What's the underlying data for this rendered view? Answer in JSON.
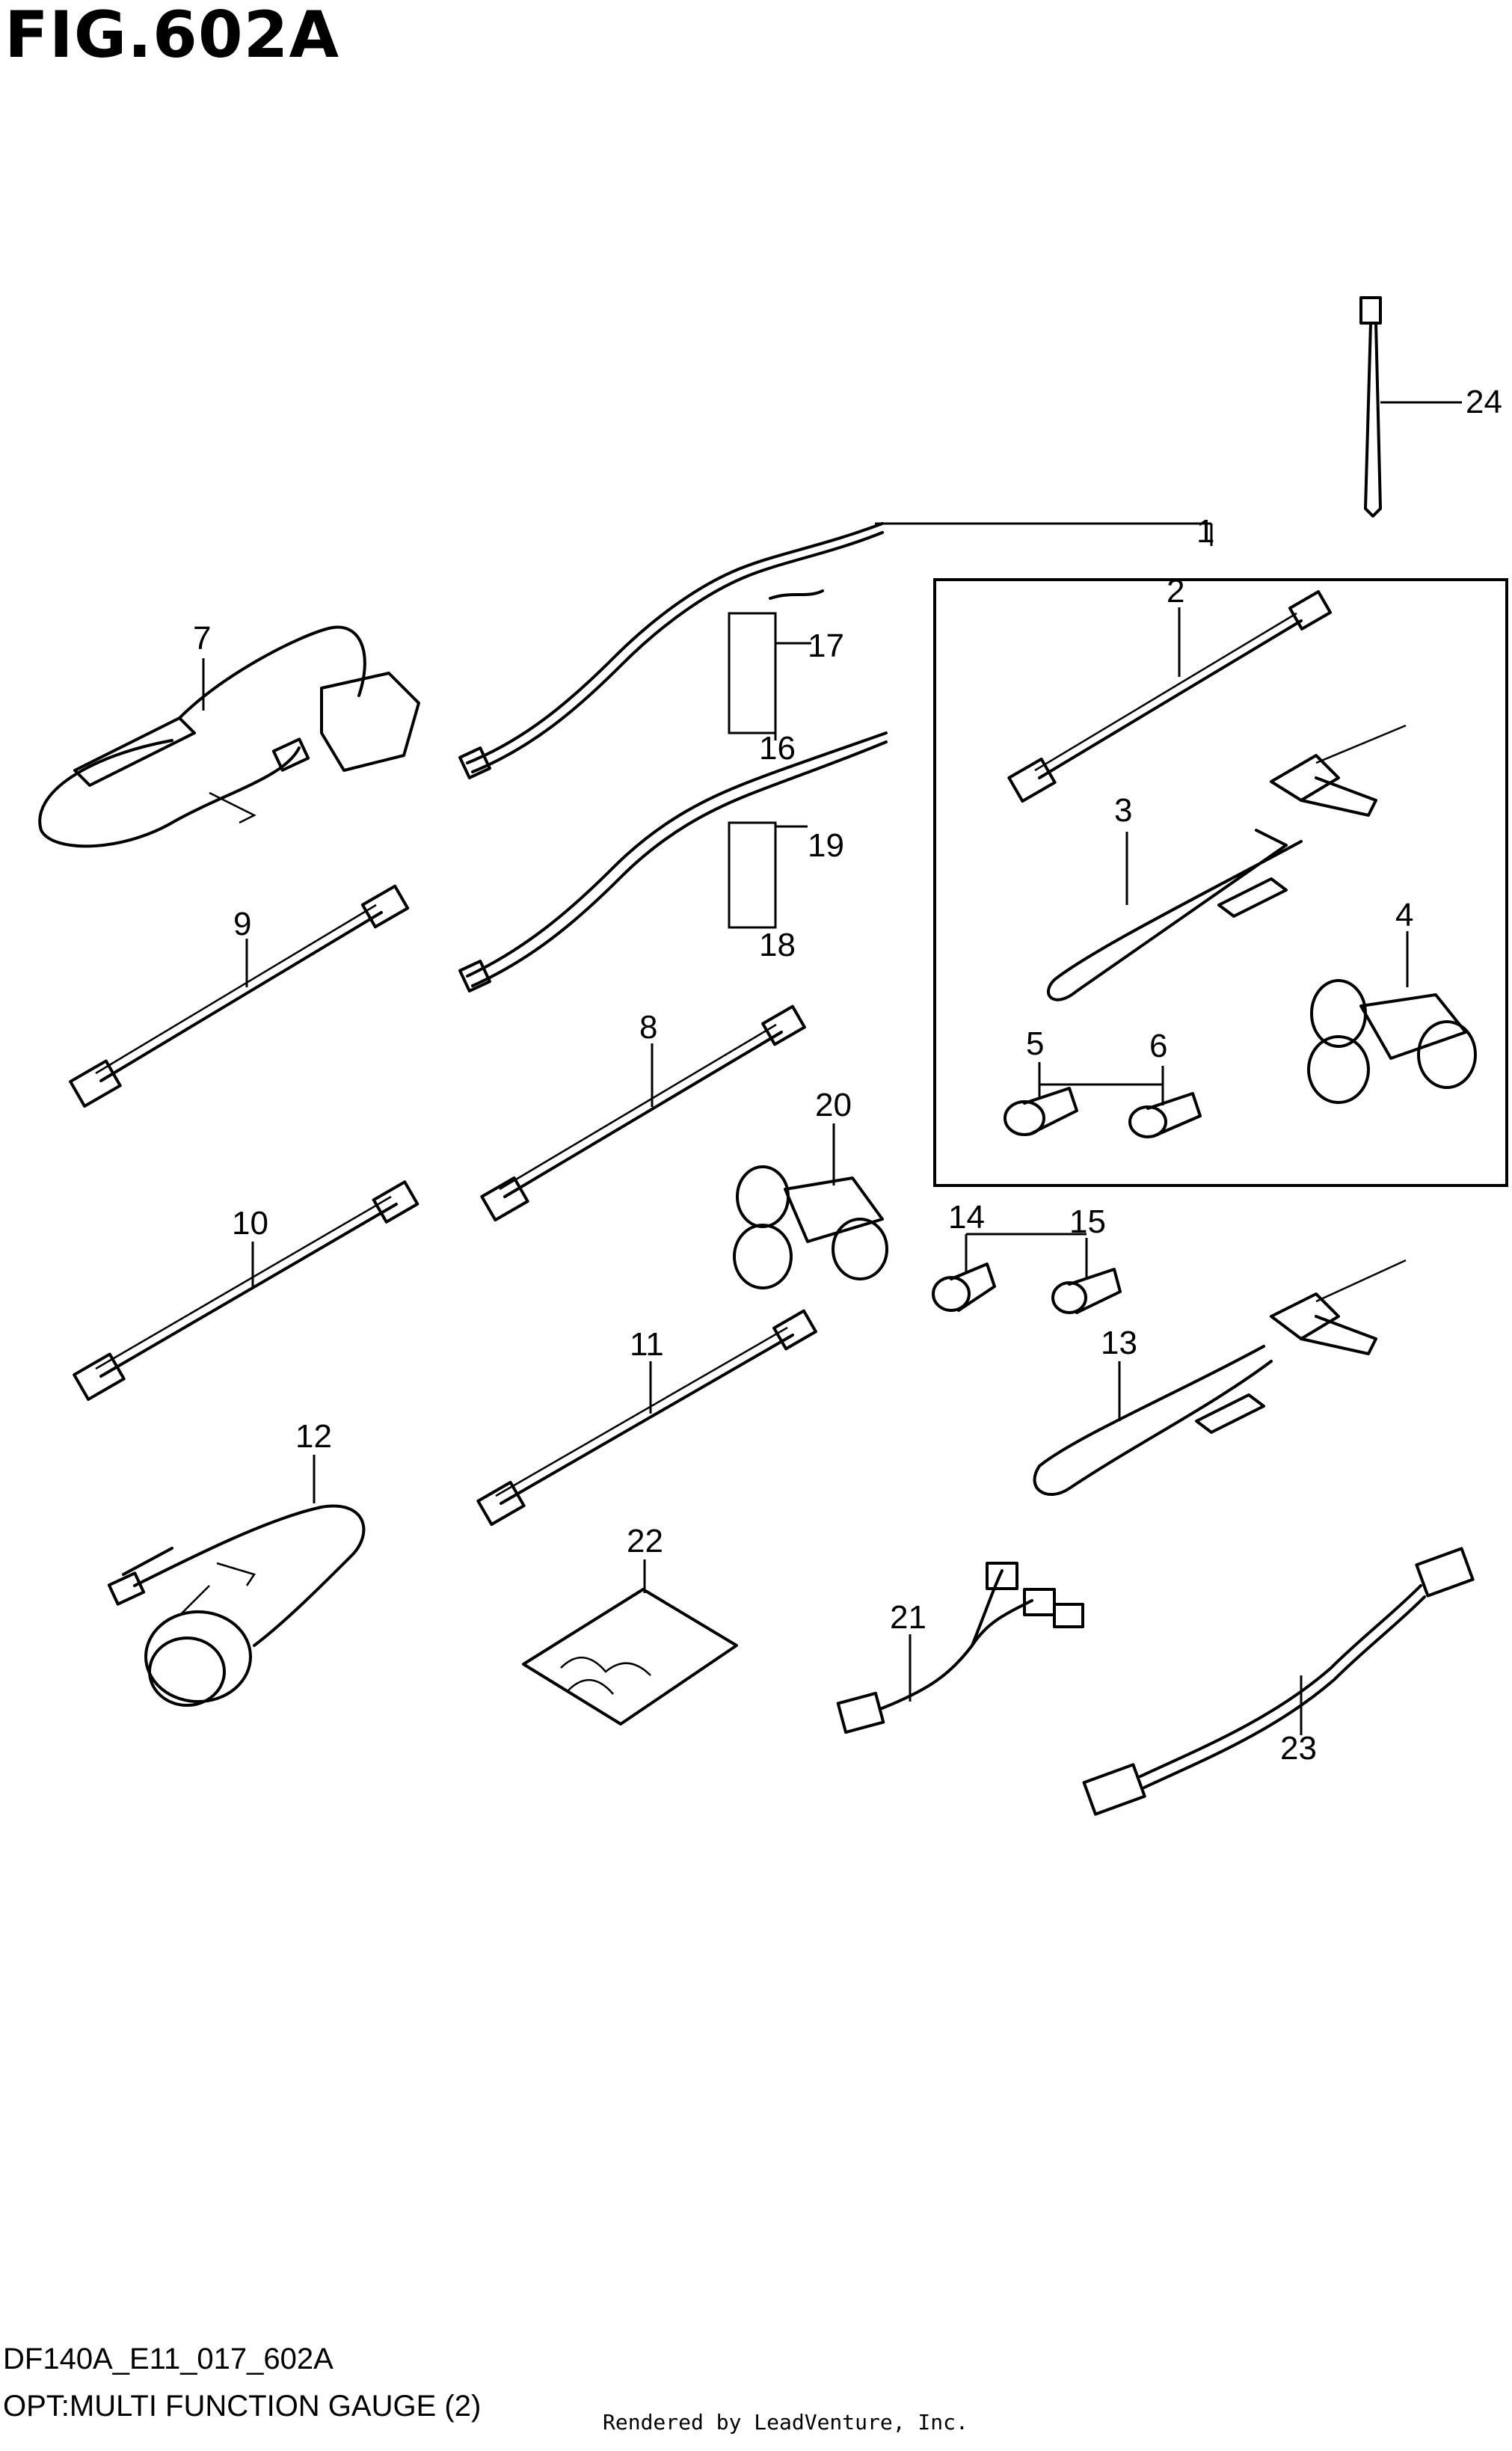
{
  "figure": {
    "title": "FIG.602A",
    "diagram_code": "DF140A_E11_017_602A",
    "diagram_name": "OPT:MULTI FUNCTION GAUGE (2)",
    "credit": "Rendered by LeadVenture, Inc."
  },
  "callouts": {
    "c1": "1",
    "c2": "2",
    "c3": "3",
    "c4": "4",
    "c5": "5",
    "c6": "6",
    "c7": "7",
    "c8": "8",
    "c9": "9",
    "c10": "10",
    "c11": "11",
    "c12": "12",
    "c13": "13",
    "c14": "14",
    "c15": "15",
    "c16": "16",
    "c17": "17",
    "c18": "18",
    "c19": "19",
    "c20": "20",
    "c21": "21",
    "c22": "22",
    "c23": "23",
    "c24": "24"
  }
}
